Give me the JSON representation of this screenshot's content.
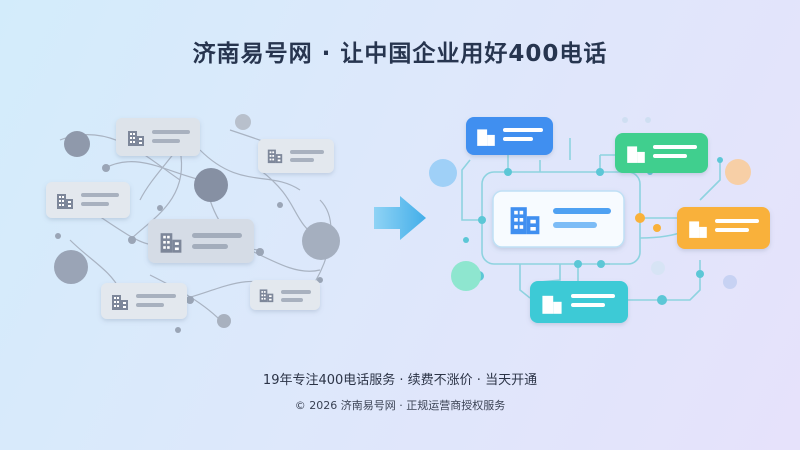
{
  "title": "济南易号网 · 让中国企业用好400电话",
  "tagline": "19年专注400电话服务 · 续费不涨价 · 当天开通",
  "copyright": "© 2026 济南易号网 · 正规运营商授权服务",
  "colors": {
    "title_text": "#27354f",
    "chaos_card": "#dde3ea",
    "chaos_icon": "#7d879a",
    "arrow": "#55b6ec",
    "card_blue": "#3f8ff0",
    "card_green": "#3fcf8e",
    "card_orange": "#f9b13a",
    "card_cyan": "#3ccad6",
    "network_line": "#8ed3e0"
  },
  "icons": {
    "building": "building-icon",
    "arrow": "arrow-right-icon"
  }
}
